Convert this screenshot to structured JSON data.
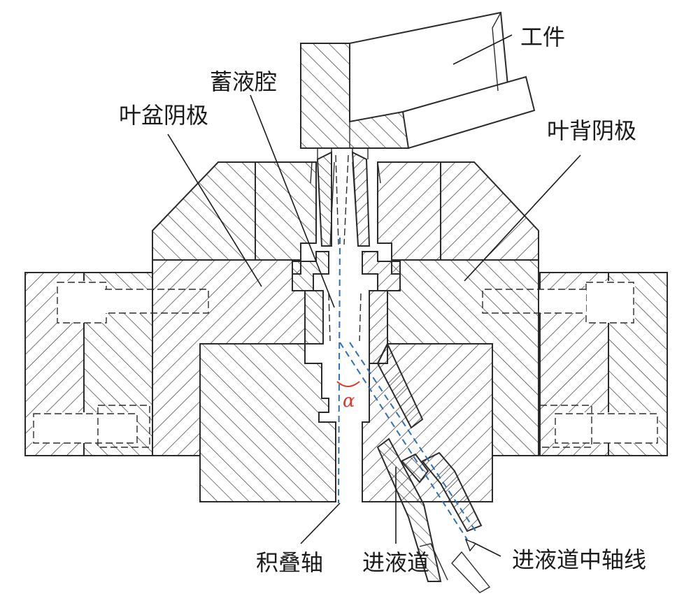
{
  "labels": {
    "workpiece": "工件",
    "reservoir": "蓄液腔",
    "pressure_cathode": "叶盆阴极",
    "suction_cathode": "叶背阴极",
    "stacking_axis": "积叠轴",
    "inlet_channel": "进液道",
    "inlet_axis": "进液道中轴线",
    "angle_symbol": "α"
  },
  "colors": {
    "line": "#2b2b2b",
    "axis_blue": "#2f6fb5",
    "angle_red": "#d93a2b"
  }
}
